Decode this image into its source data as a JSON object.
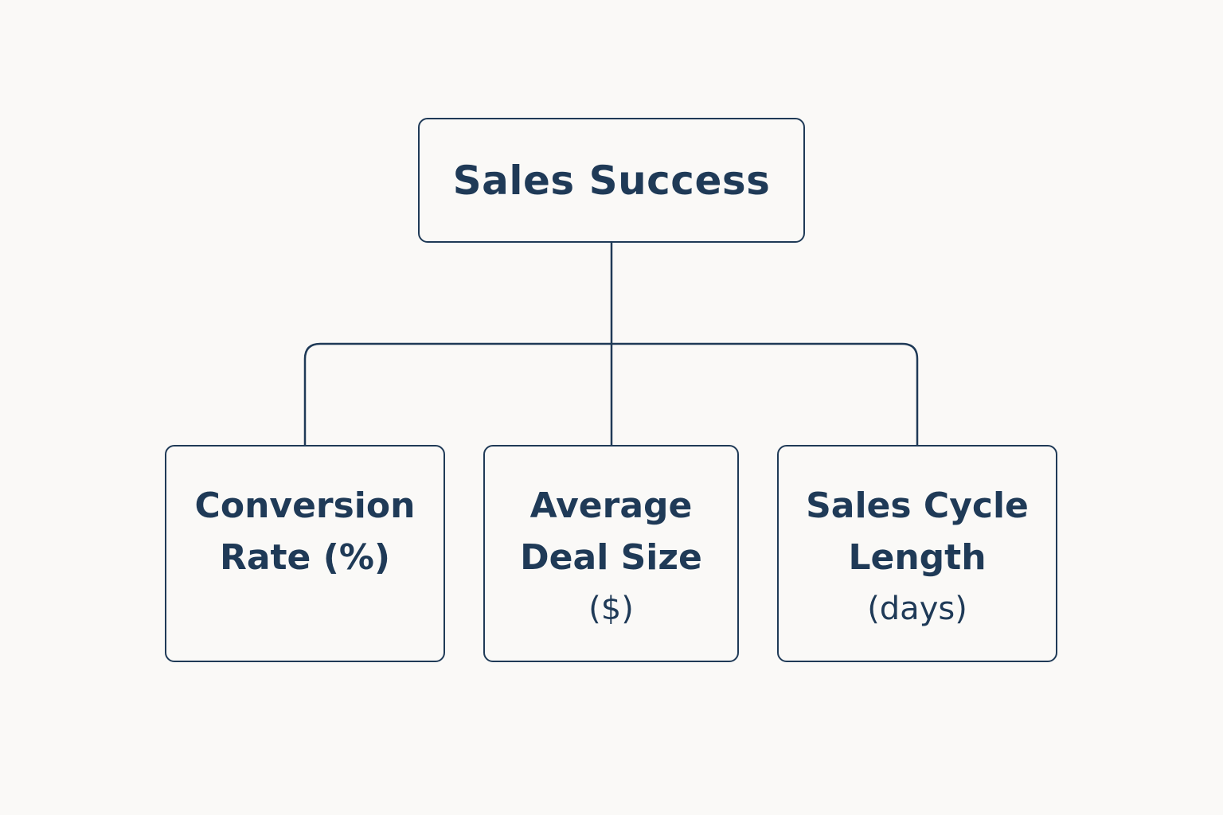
{
  "root": {
    "label": "Sales Success"
  },
  "children": [
    {
      "lines": [
        "Conversion",
        "Rate (%)"
      ]
    },
    {
      "lines": [
        "Average",
        "Deal Size",
        "($)"
      ]
    },
    {
      "lines": [
        "Sales Cycle",
        "Length",
        "(days)"
      ]
    }
  ],
  "colors": {
    "stroke": "#1f3a57",
    "text": "#1f3a57",
    "background": "#faf9f7"
  }
}
